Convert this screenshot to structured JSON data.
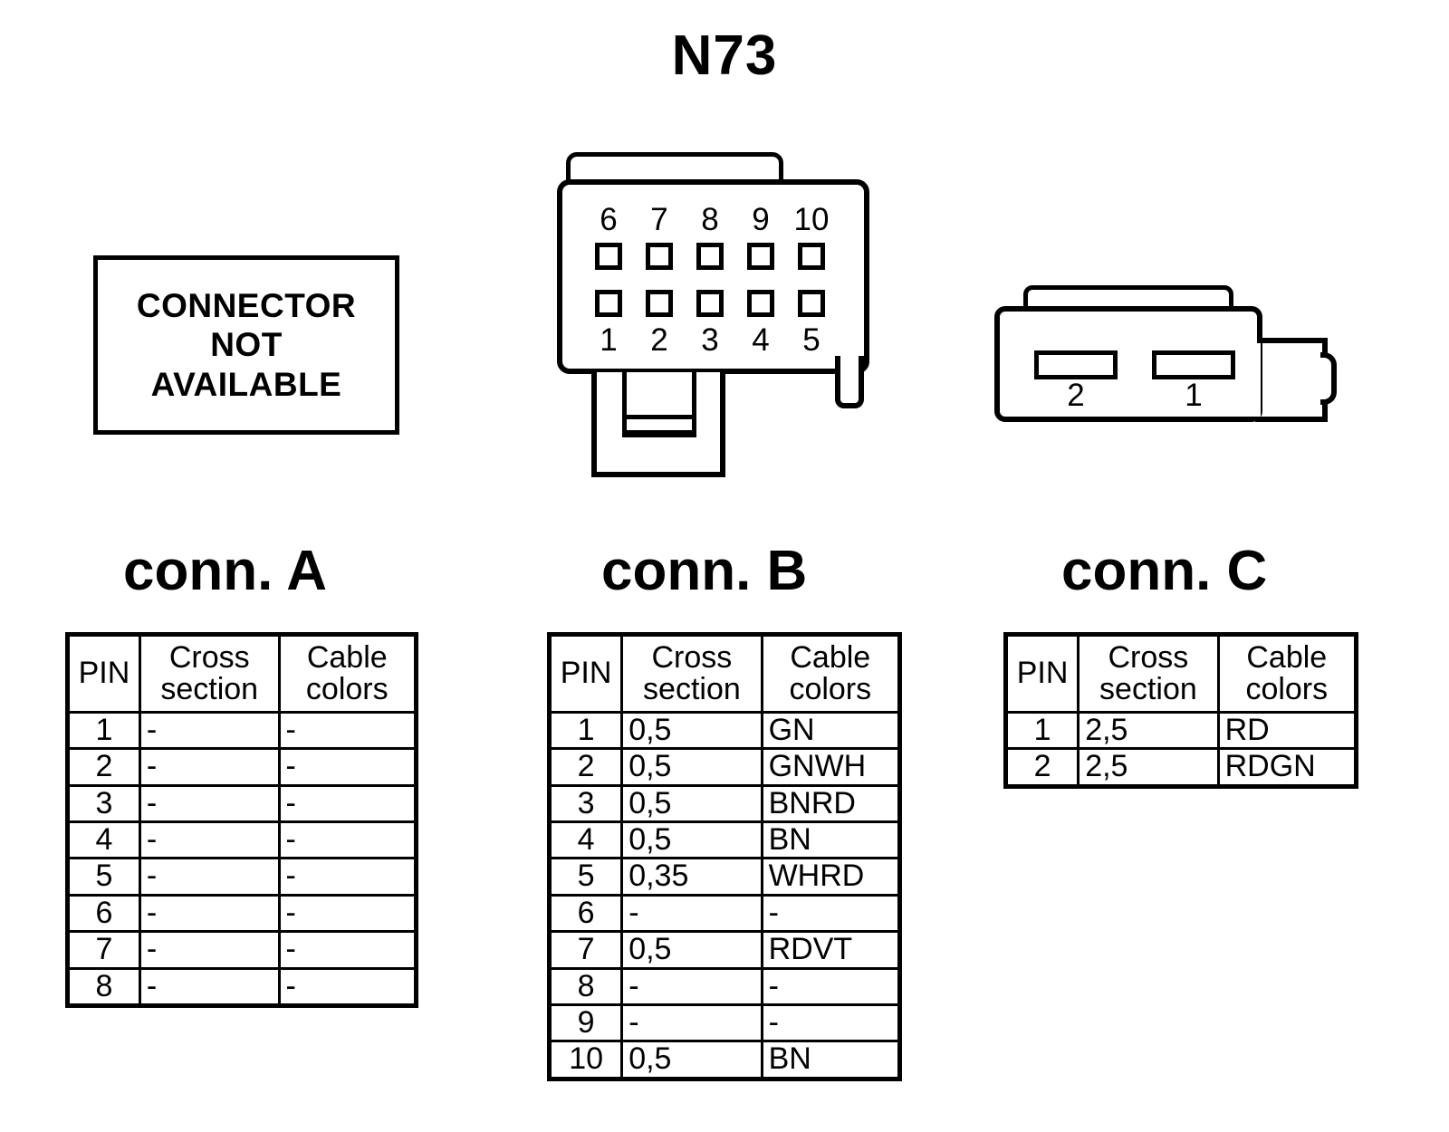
{
  "title": "N73",
  "connector_a": {
    "heading": "conn. A",
    "graphic": {
      "not_available_lines": [
        "CONNECTOR",
        "NOT",
        "AVAILABLE"
      ]
    },
    "table": {
      "headers": [
        "PIN",
        "Cross section",
        "Cable colors"
      ],
      "header_parts": {
        "pin": "PIN",
        "cross": "Cross",
        "section": "section",
        "cable": "Cable",
        "colors": "colors"
      },
      "rows": [
        {
          "pin": "1",
          "cross_section": "-",
          "cable_colors": "-"
        },
        {
          "pin": "2",
          "cross_section": "-",
          "cable_colors": "-"
        },
        {
          "pin": "3",
          "cross_section": "-",
          "cable_colors": "-"
        },
        {
          "pin": "4",
          "cross_section": "-",
          "cable_colors": "-"
        },
        {
          "pin": "5",
          "cross_section": "-",
          "cable_colors": "-"
        },
        {
          "pin": "6",
          "cross_section": "-",
          "cable_colors": "-"
        },
        {
          "pin": "7",
          "cross_section": "-",
          "cable_colors": "-"
        },
        {
          "pin": "8",
          "cross_section": "-",
          "cable_colors": "-"
        }
      ]
    }
  },
  "connector_b": {
    "heading": "conn. B",
    "graphic": {
      "pin_count": 10,
      "top_row_labels": [
        "6",
        "7",
        "8",
        "9",
        "10"
      ],
      "bottom_row_labels": [
        "1",
        "2",
        "3",
        "4",
        "5"
      ]
    },
    "table": {
      "headers": [
        "PIN",
        "Cross section",
        "Cable colors"
      ],
      "header_parts": {
        "pin": "PIN",
        "cross": "Cross",
        "section": "section",
        "cable": "Cable",
        "colors": "colors"
      },
      "rows": [
        {
          "pin": "1",
          "cross_section": "0,5",
          "cable_colors": "GN"
        },
        {
          "pin": "2",
          "cross_section": "0,5",
          "cable_colors": "GNWH"
        },
        {
          "pin": "3",
          "cross_section": "0,5",
          "cable_colors": "BNRD"
        },
        {
          "pin": "4",
          "cross_section": "0,5",
          "cable_colors": "BN"
        },
        {
          "pin": "5",
          "cross_section": "0,35",
          "cable_colors": "WHRD"
        },
        {
          "pin": "6",
          "cross_section": "-",
          "cable_colors": "-"
        },
        {
          "pin": "7",
          "cross_section": "0,5",
          "cable_colors": "RDVT"
        },
        {
          "pin": "8",
          "cross_section": "-",
          "cable_colors": "-"
        },
        {
          "pin": "9",
          "cross_section": "-",
          "cable_colors": "-"
        },
        {
          "pin": "10",
          "cross_section": "0,5",
          "cable_colors": "BN"
        }
      ]
    }
  },
  "connector_c": {
    "heading": "conn. C",
    "graphic": {
      "pin_count": 2,
      "slot_labels": [
        "2",
        "1"
      ]
    },
    "table": {
      "headers": [
        "PIN",
        "Cross section",
        "Cable colors"
      ],
      "header_parts": {
        "pin": "PIN",
        "cross": "Cross",
        "section": "section",
        "cable": "Cable",
        "colors": "colors"
      },
      "rows": [
        {
          "pin": "1",
          "cross_section": "2,5",
          "cable_colors": "RD"
        },
        {
          "pin": "2",
          "cross_section": "2,5",
          "cable_colors": "RDGN"
        }
      ]
    }
  },
  "colors": {
    "ink": "#000000",
    "background": "#ffffff"
  }
}
